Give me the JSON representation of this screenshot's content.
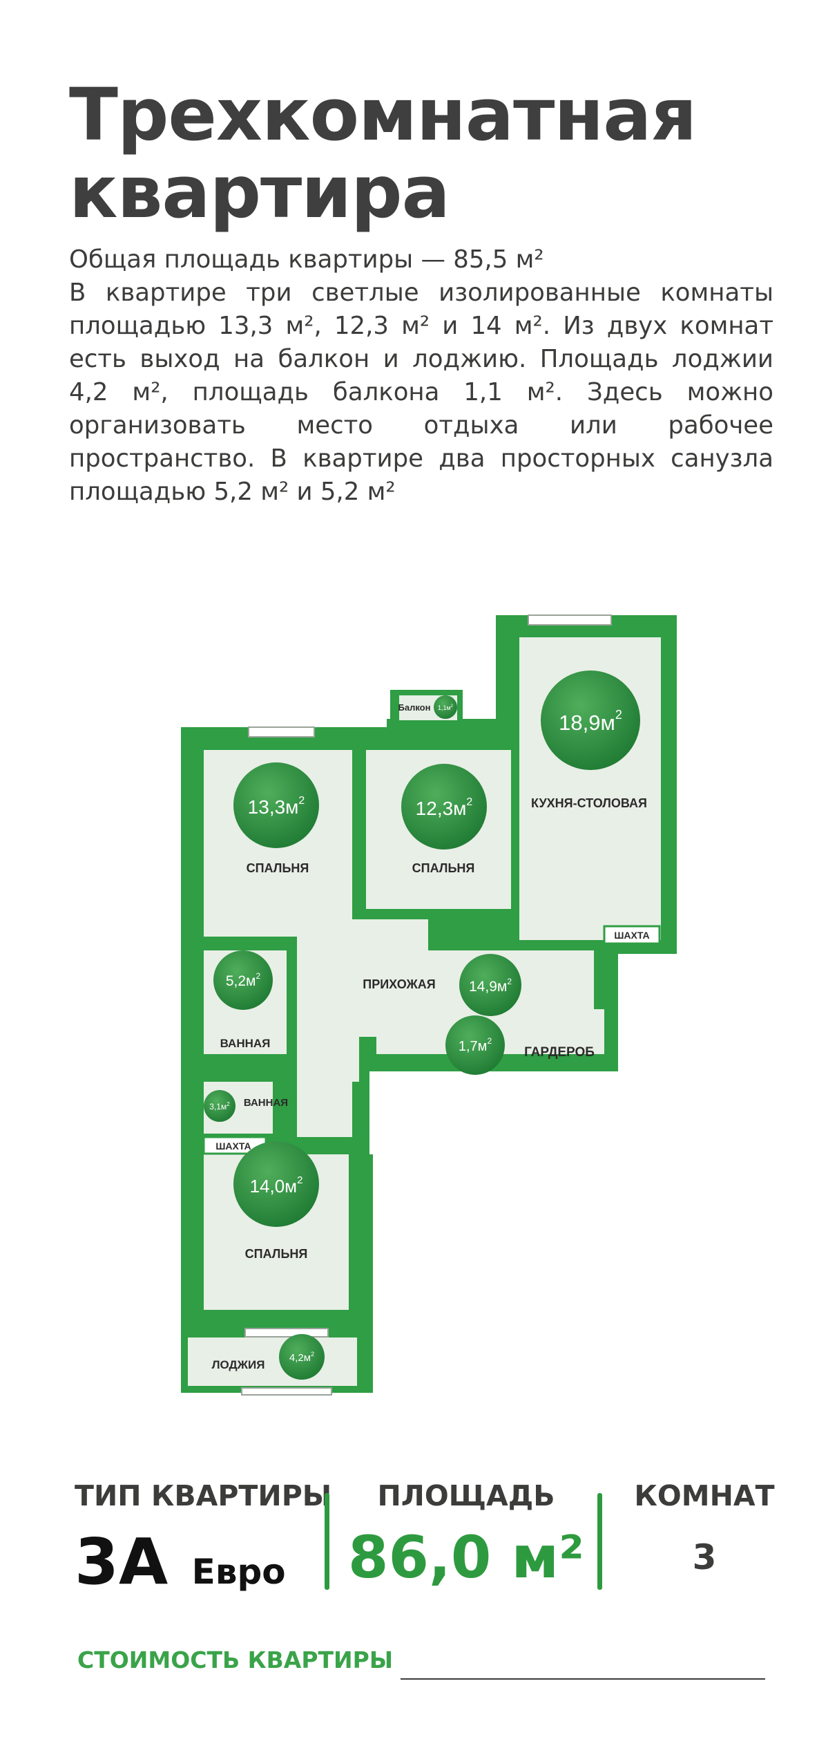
{
  "header": {
    "title_line1": "Трехкомнатная",
    "title_line2": "квартира"
  },
  "description": {
    "line1": "Общая площадь квартиры — 85,5 м²",
    "paragraph": "В квартире три светлые изолированные комнаты площадью 13,3 м², 12,3 м² и 14 м². Из двух комнат есть выход на балкон и лоджию.   Площадь лоджии 4,2 м², площадь балкона 1,1 м². Здесь можно организовать место отдыха или рабочее пространство. В квартире два просторных санузла площадью 5,2 м² и 5,2 м²"
  },
  "plan": {
    "colors": {
      "wall": "#2f9e44",
      "floor": "#e8efe6",
      "circle": "#2a8a3c"
    },
    "rooms": {
      "bedroom1": {
        "label": "СПАЛЬНЯ",
        "area": "13,3м",
        "sup": "2"
      },
      "bedroom2": {
        "label": "СПАЛЬНЯ",
        "area": "12,3м",
        "sup": "2"
      },
      "kitchen": {
        "label": "КУХНЯ-СТОЛОВАЯ",
        "area": "18,9м",
        "sup": "2"
      },
      "hall": {
        "label": "ПРИХОЖАЯ",
        "area": "14,9м",
        "sup": "2"
      },
      "bath1": {
        "label": "ВАННАЯ",
        "area": "5,2м",
        "sup": "2"
      },
      "bath2": {
        "label": "ВАННАЯ",
        "area": "3,1м",
        "sup": "2"
      },
      "wardrobe": {
        "label": "ГАРДЕРОБ",
        "area": "1,7м",
        "sup": "2"
      },
      "bedroom3": {
        "label": "СПАЛЬНЯ",
        "area": "14,0м",
        "sup": "2"
      },
      "loggia": {
        "label": "ЛОДЖИЯ",
        "area": "4,2м",
        "sup": "2"
      },
      "balcony": {
        "label": "Балкон",
        "area": "1,1м",
        "sup": "2"
      },
      "shaft1": {
        "label": "ШАХТА"
      },
      "shaft2": {
        "label": "ШАХТА"
      }
    }
  },
  "info": {
    "type_label": "ТИП КВАРТИРЫ",
    "type_value": "3А",
    "type_suffix": "Евро",
    "area_label": "ПЛОЩАДЬ",
    "area_value": "86,0 м²",
    "rooms_label": "КОМНАТ",
    "rooms_value": "3"
  },
  "footer": {
    "cost_label": "СТОИМОСТЬ КВАРТИРЫ"
  }
}
